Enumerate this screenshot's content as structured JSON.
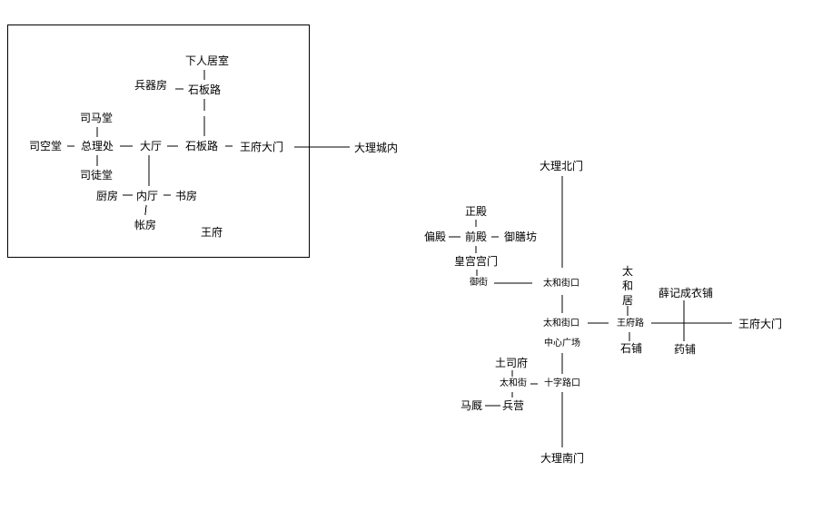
{
  "palace": {
    "xiaren_jushi": "下人居室",
    "bingqifang": "兵器房",
    "shibanlu_upper": "石板路",
    "simatang": "司马堂",
    "sikongtang": "司空堂",
    "zonglichu": "总理处",
    "dating": "大厅",
    "shibanlu_main": "石板路",
    "wangfu_damen": "王府大门",
    "situtang": "司徒堂",
    "chufang": "厨房",
    "neiting": "内厅",
    "shufang": "书房",
    "zhangfang": "帐房",
    "wangfu": "王府"
  },
  "outside": {
    "dali_chengnei": "大理城内"
  },
  "city": {
    "dali_beimen": "大理北门",
    "zhengdian": "正殿",
    "piandian": "偏殿",
    "qiandian": "前殿",
    "yushanfang": "御膳坊",
    "huanggong_gongmen": "皇宫宫门",
    "yujie": "御街",
    "taihejiekou_1": "太和街口",
    "taiheju": "太和居",
    "xueji_chengyipu": "薛记成衣铺",
    "taihejiekou_2": "太和街口",
    "wangfulu": "王府路",
    "wangfu_damen": "王府大门",
    "zhongxin_guangchang": "中心广场",
    "shipu": "石铺",
    "yaopu": "药铺",
    "tusifu": "土司府",
    "taihejie": "太和街",
    "shizi_lukou": "十字路口",
    "majiu": "马厩",
    "bingying": "兵营",
    "dali_nanmen": "大理南门"
  }
}
